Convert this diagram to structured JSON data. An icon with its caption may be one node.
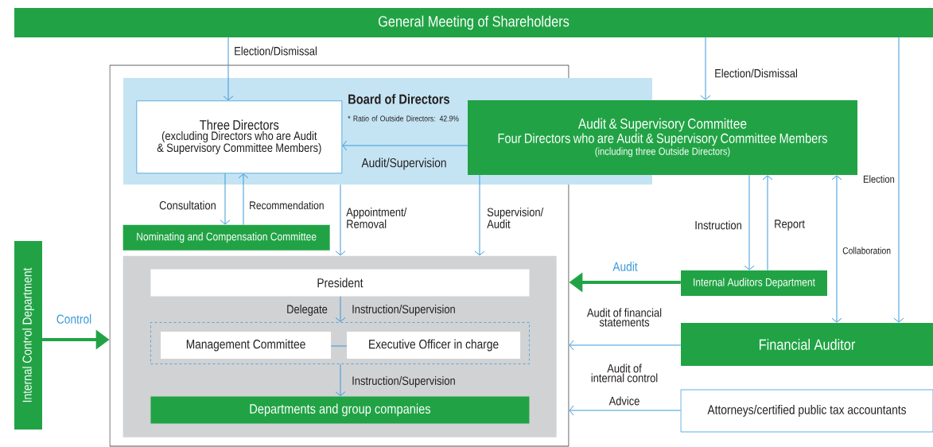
{
  "diagram": {
    "nodes": [
      {
        "text": [
          "General Meeting of Shareholders"
        ]
      },
      {
        "text": [],
        "shape": "box"
      },
      {
        "text": [
          "Board of Directors",
          "* Ratio of Outside Directors: 42.9%"
        ]
      },
      {
        "text": [
          "Three Directors",
          "(excluding Directors who are Audit & Supervisory Committee Members)"
        ],
        "in": 2
      },
      {
        "text": [
          "Audit & Supervisory Committee",
          "Four Directors who are Audit & Supervisory Committee Members",
          "(including three Outside Directors)"
        ]
      },
      {
        "text": [
          "Nominating and Compensation Committee"
        ],
        "in": 1
      },
      {
        "text": [],
        "shape": "box",
        "in": 1
      },
      {
        "text": [
          "President"
        ],
        "in": 6
      },
      {
        "text": [],
        "shape": "box",
        "in": 6
      },
      {
        "text": [
          "Management Committee"
        ],
        "in": 8
      },
      {
        "text": [
          "Executive Officer in charge"
        ],
        "in": 8
      },
      {
        "text": [
          "Departments and group companies"
        ],
        "in": 6
      },
      {
        "text": [
          "Internal Control Department"
        ]
      },
      {
        "text": [
          "Internal Auditors Department"
        ]
      },
      {
        "text": [
          "Financial Auditor"
        ]
      },
      {
        "text": [
          "Attorneys/certified public tax accountants"
        ]
      }
    ],
    "edges": [
      {
        "from": 0,
        "to": 3,
        "arrow": "to",
        "label": "Election/Dismissal"
      },
      {
        "from": 0,
        "to": 4,
        "arrow": "to",
        "label": "Election/Dismissal"
      },
      {
        "from": 0,
        "to": 14,
        "arrow": "to",
        "label": "Election"
      },
      {
        "from": 4,
        "to": 3,
        "arrow": "to",
        "label": "Audit/Supervision"
      },
      {
        "from": 3,
        "to": 5,
        "arrow": "to",
        "label": "Consultation"
      },
      {
        "from": 5,
        "to": 3,
        "arrow": "to",
        "label": "Recommendation"
      },
      {
        "from": 2,
        "to": 6,
        "arrow": "to",
        "label": "Appointment/ Removal"
      },
      {
        "from": 4,
        "to": 6,
        "arrow": "to",
        "label": "Supervision/ Audit"
      },
      {
        "from": 7,
        "to": 8,
        "arrow": "to",
        "label": "Delegate"
      },
      {
        "from": 9,
        "to": 10,
        "arrow": "none"
      },
      {
        "from": 8,
        "to": 11,
        "arrow": "to",
        "label": "Instruction/Supervision"
      },
      {
        "from": 12,
        "to": 1,
        "arrow": "to",
        "label": "Control",
        "style": "thick",
        "color": "#21a345"
      },
      {
        "from": 13,
        "to": 1,
        "arrow": "to",
        "label": "Audit",
        "style": "thick",
        "color": "#21a345"
      },
      {
        "from": 4,
        "to": 13,
        "arrow": "to",
        "label": "Instruction"
      },
      {
        "from": 13,
        "to": 4,
        "arrow": "to",
        "label": "Report"
      },
      {
        "from": 4,
        "to": 14,
        "arrow": "both",
        "label": "Collaboration"
      },
      {
        "from": 14,
        "to": 1,
        "arrow": "to",
        "label": "Audit of financial statements"
      },
      {
        "from": 15,
        "to": 1,
        "arrow": "to",
        "label": "Advice"
      }
    ],
    "labels": [
      "Instruction/Supervision",
      "Audit of internal control"
    ]
  }
}
